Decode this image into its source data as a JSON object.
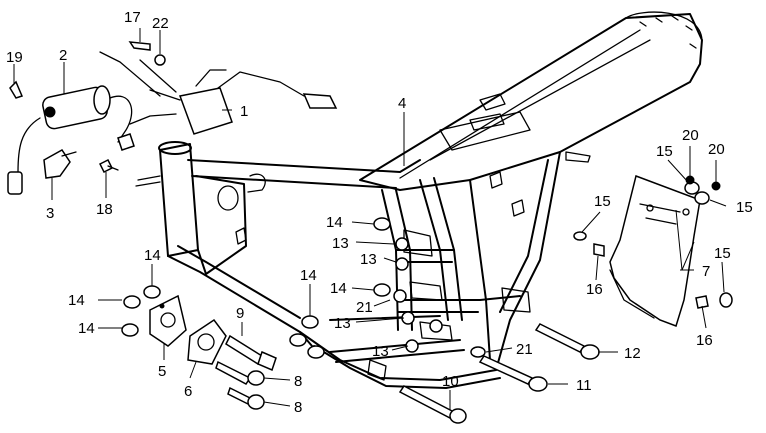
{
  "callouts": {
    "c17": "17",
    "c22": "22",
    "c19": "19",
    "c2": "2",
    "c1": "1",
    "c4": "4",
    "c3": "3",
    "c18": "18",
    "c20a": "20",
    "c20b": "20",
    "c15a": "15",
    "c15b": "15",
    "c15c": "15",
    "c15d": "15",
    "c14a": "14",
    "c14b": "14",
    "c14c": "14",
    "c14d": "14",
    "c14e": "14",
    "c14f": "14",
    "c13a": "13",
    "c13b": "13",
    "c13c": "13",
    "c13d": "13",
    "c21a": "21",
    "c21b": "21",
    "c9": "9",
    "c5": "5",
    "c6": "6",
    "c7": "7",
    "c16a": "16",
    "c16b": "16",
    "c12": "12",
    "c11": "11",
    "c10": "10",
    "c8a": "8",
    "c8b": "8"
  }
}
